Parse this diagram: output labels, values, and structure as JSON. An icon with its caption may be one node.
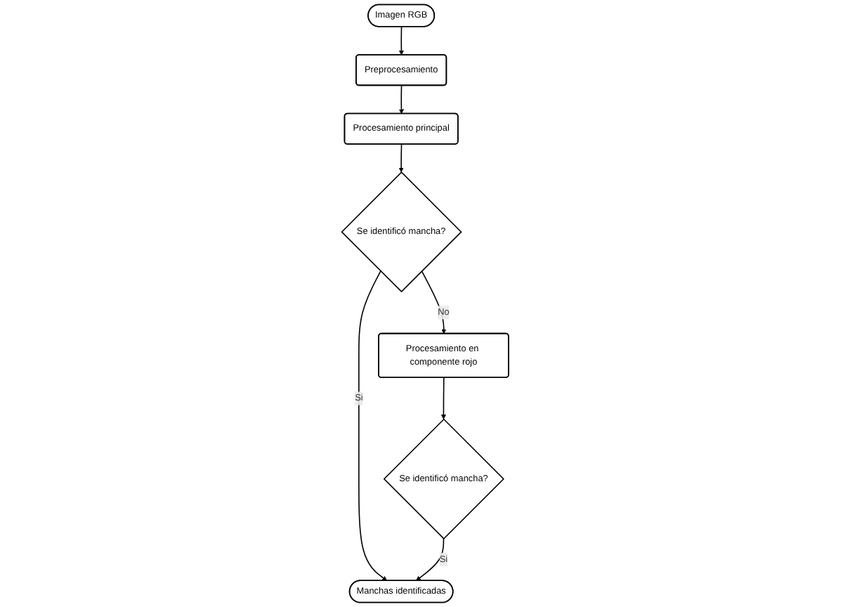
{
  "diagram": {
    "nodes": [
      {
        "text": [
          "Imagen RGB"
        ]
      },
      {
        "text": [
          "Preprocesamiento"
        ]
      },
      {
        "text": [
          "Procesamiento principal"
        ]
      },
      {
        "text": [
          "Se identificó mancha?"
        ]
      },
      {
        "text": [
          "Procesamiento en componente rojo"
        ]
      },
      {
        "text": [
          "Se identificó mancha?"
        ]
      },
      {
        "text": [
          "Manchas identificadas"
        ]
      }
    ],
    "edges": [
      {
        "from": 0,
        "to": 1,
        "arrow": "to"
      },
      {
        "from": 1,
        "to": 2,
        "arrow": "to"
      },
      {
        "from": 2,
        "to": 3,
        "arrow": "to"
      },
      {
        "from": 3,
        "to": 4,
        "arrow": "to",
        "label": "No"
      },
      {
        "from": 3,
        "to": 6,
        "arrow": "to",
        "label": "Si"
      },
      {
        "from": 4,
        "to": 5,
        "arrow": "to"
      },
      {
        "from": 5,
        "to": 6,
        "arrow": "to",
        "label": "Si"
      }
    ]
  }
}
